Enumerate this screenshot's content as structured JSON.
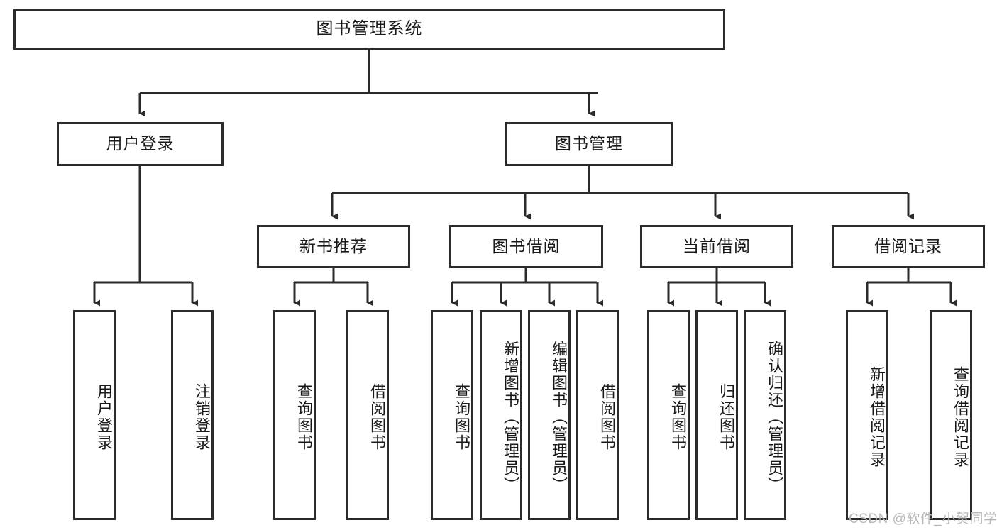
{
  "diagram": {
    "title": "图书管理系统",
    "type": "tree",
    "orientation": "top-down",
    "colors": {
      "box_border": "#2b2b2b",
      "box_fill": "#ffffff",
      "connector": "#2b2b2b",
      "background": "#ffffff",
      "watermark": "#b9b9b9"
    },
    "root": {
      "label": "图书管理系统"
    },
    "level2": [
      {
        "label": "用户登录"
      },
      {
        "label": "图书管理"
      }
    ],
    "level3": [
      {
        "label": "新书推荐"
      },
      {
        "label": "图书借阅"
      },
      {
        "label": "当前借阅"
      },
      {
        "label": "借阅记录"
      }
    ],
    "leaves": {
      "user_login": [
        {
          "label": "用户登录"
        },
        {
          "label": "注销登录"
        }
      ],
      "new_book_recommend": [
        {
          "label": "查询图书"
        },
        {
          "label": "借阅图书"
        }
      ],
      "book_borrow": [
        {
          "label": "查询图书"
        },
        {
          "label": "新增图书（管理员）"
        },
        {
          "label": "编辑图书（管理员）"
        },
        {
          "label": "借阅图书"
        }
      ],
      "current_borrow": [
        {
          "label": "查询图书"
        },
        {
          "label": "归还图书"
        },
        {
          "label": "确认归还（管理员）"
        }
      ],
      "borrow_records": [
        {
          "label": "新增借阅记录"
        },
        {
          "label": "查询借阅记录"
        }
      ]
    }
  },
  "watermark": {
    "text": "CSDN @软件_小贺同学"
  }
}
